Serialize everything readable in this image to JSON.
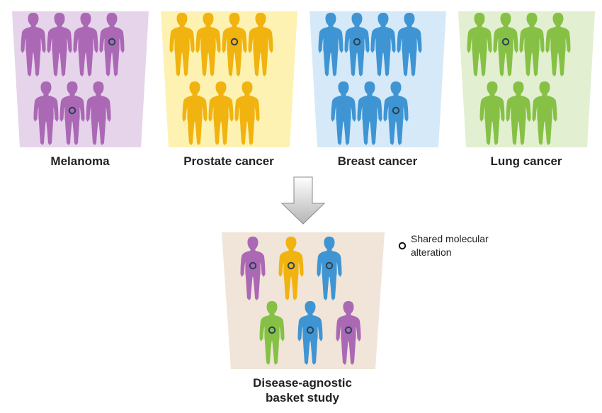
{
  "groups": [
    {
      "id": "melanoma",
      "label": "Melanoma",
      "color": "#ab68b5",
      "bg": "#e5d4ea",
      "figures": 7,
      "marked": [
        3,
        5
      ]
    },
    {
      "id": "prostate",
      "label": "Prostate cancer",
      "color": "#f1b30f",
      "bg": "#fdf2b2",
      "figures": 7,
      "marked": [
        2
      ]
    },
    {
      "id": "breast",
      "label": "Breast cancer",
      "color": "#3f95d3",
      "bg": "#d6e9f8",
      "figures": 7,
      "marked": [
        1,
        6
      ]
    },
    {
      "id": "lung",
      "label": "Lung cancer",
      "color": "#86c146",
      "bg": "#e2efd1",
      "figures": 7,
      "marked": [
        1
      ]
    }
  ],
  "basket": {
    "label_line1": "Disease-agnostic",
    "label_line2": "basket study",
    "bg": "#f0e5d8",
    "figures": [
      "melanoma",
      "prostate",
      "breast",
      "lung",
      "breast",
      "melanoma"
    ]
  },
  "legend": {
    "line1": "Shared molecular",
    "line2": "alteration"
  },
  "colors": {
    "arrow_fill": "#c8c8c8",
    "arrow_edge": "#8a8a8a",
    "marker": "#2a4150"
  }
}
